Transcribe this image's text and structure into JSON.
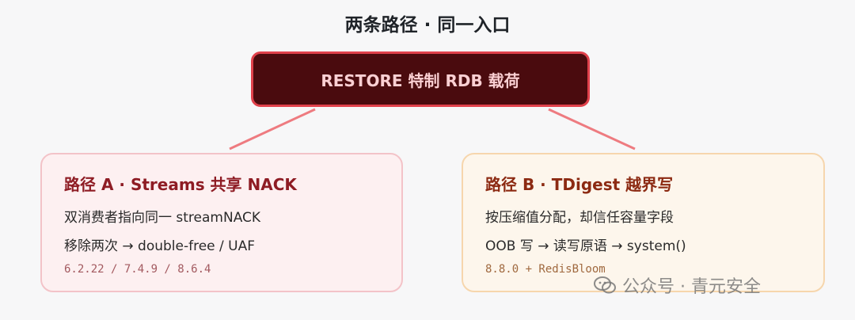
{
  "title": "两条路径 · 同一入口",
  "top": {
    "label": "RESTORE 特制 RDB 载荷"
  },
  "path_a": {
    "title": "路径 A · Streams 共享 NACK",
    "line1": "双消费者指向同一 streamNACK",
    "line2": "移除两次 → double-free / UAF",
    "versions": "6.2.22 / 7.4.9 / 8.6.4"
  },
  "path_b": {
    "title": "路径 B · TDigest 越界写",
    "line1": "按压缩值分配，却信任容量字段",
    "line2": "OOB 写 → 读写原语 → system()",
    "versions": "8.8.0 + RedisBloom"
  },
  "watermark": {
    "text": "公众号 · 青元安全"
  },
  "colors": {
    "top_bg": "#4a0b0e",
    "top_border": "#e0414b",
    "connector": "#ee7b80",
    "card_a_bg": "#fdf0f1",
    "card_b_bg": "#fdf6ec"
  }
}
